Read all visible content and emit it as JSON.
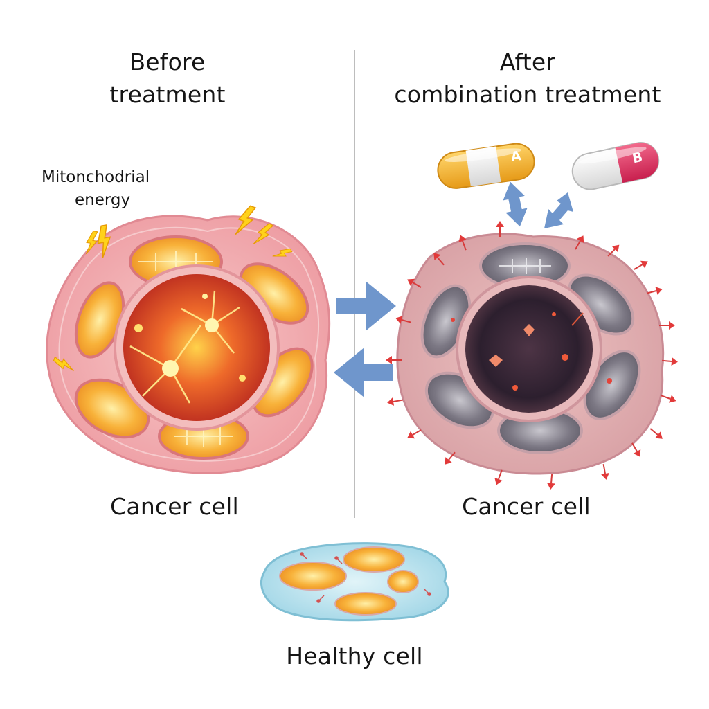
{
  "before": {
    "heading_line1": "Before",
    "heading_line2": "treatment",
    "annotation_line1": "Mitonchodrial",
    "annotation_line2": "energy",
    "cell_label": "Cancer cell"
  },
  "after": {
    "heading_line1": "After",
    "heading_line2": "combination treatment",
    "cell_label": "Cancer cell",
    "drug_a_letter": "A",
    "drug_b_letter": "B"
  },
  "healthy": {
    "cell_label": "Healthy cell"
  },
  "colors": {
    "membrane_pink": "#f3b3b6",
    "nucleus_active": "#d8482a",
    "mito_active": "#f6a830",
    "nucleus_damaged": "#3a2a3a",
    "mito_damaged": "#8a8790",
    "arrow_blue": "#6f96cc",
    "divider": "#b8b8b8",
    "healthy_blue": "#a6dcea"
  },
  "icons": [
    "lightning-bolt-icon",
    "capsule-icon",
    "double-arrow-icon",
    "block-arrow-icon",
    "spike-icon"
  ]
}
